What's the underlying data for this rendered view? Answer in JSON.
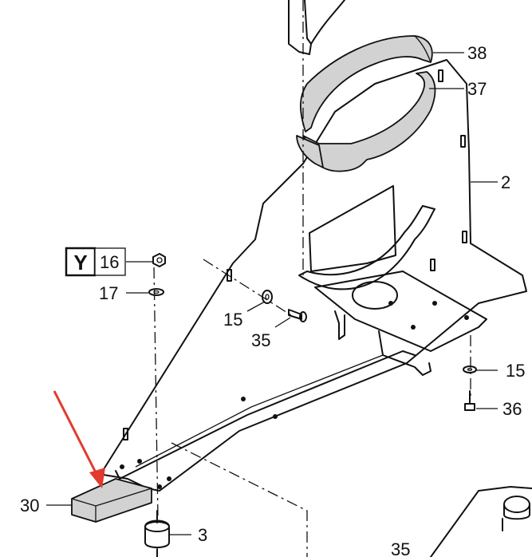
{
  "diagram": {
    "callouts": {
      "c38": "38",
      "c37": "37",
      "c2": "2",
      "c16": "16",
      "c17": "17",
      "c15a": "15",
      "c35a": "35",
      "c15b": "15",
      "c36": "36",
      "c30": "30",
      "c3": "3",
      "c35b": "35"
    },
    "view_marker": "Y",
    "annotation_arrow_color": "#e23a2e",
    "part_fill_color": "#d2d2d2"
  }
}
